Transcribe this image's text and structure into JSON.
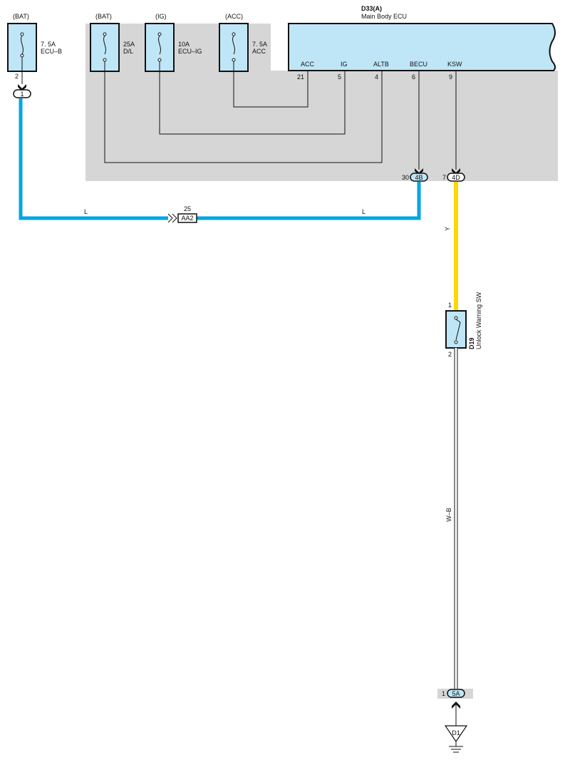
{
  "fuses": [
    {
      "source": "(BAT)",
      "rating": "7. 5A",
      "name": "ECU–B",
      "pin": "2"
    },
    {
      "source": "(BAT)",
      "rating": "25A",
      "name": "D/L"
    },
    {
      "source": "(IG)",
      "rating": "10A",
      "name": "ECU–IG"
    },
    {
      "source": "(ACC)",
      "rating": "7. 5A",
      "name": "ACC"
    }
  ],
  "ecu": {
    "code": "D33(A)",
    "name": "Main Body ECU",
    "terminals": [
      {
        "name": "ACC",
        "pin": "21"
      },
      {
        "name": "IG",
        "pin": "5"
      },
      {
        "name": "ALTB",
        "pin": "4"
      },
      {
        "name": "BECU",
        "pin": "6"
      },
      {
        "name": "KSW",
        "pin": "9"
      }
    ]
  },
  "connectors": {
    "c1": "1",
    "c4b": {
      "label": "4B",
      "pin": "30"
    },
    "c4d": {
      "label": "4D",
      "pin": "7"
    },
    "aa2": {
      "label": "AA2",
      "pin": "25"
    },
    "c5a": {
      "label": "5A",
      "pin": "1"
    }
  },
  "wires": {
    "blue_left": "L",
    "blue_right": "L",
    "yellow": "Y",
    "white_black": "W–B"
  },
  "switch": {
    "code": "D19",
    "name": "Unlock Warning SW",
    "pin_top": "1",
    "pin_bottom": "2"
  },
  "ground": {
    "label": "D1"
  },
  "colors": {
    "wire_blue": "#00a6e4",
    "wire_yellow": "#ffd800",
    "component_fill": "#bfe6f6",
    "shade": "#d6d6d6"
  }
}
